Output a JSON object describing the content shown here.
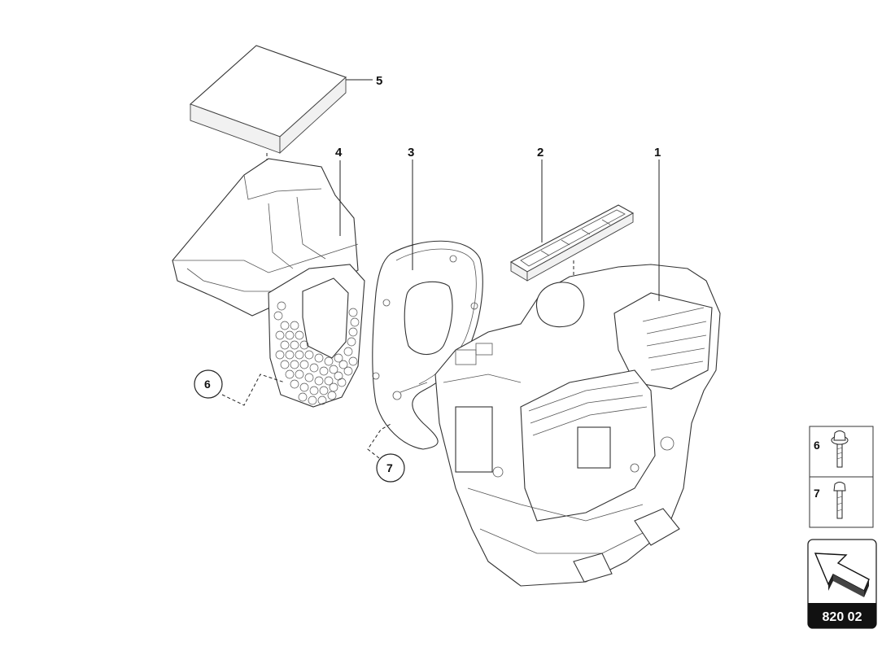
{
  "callouts": {
    "p1": "1",
    "p2": "2",
    "p3": "3",
    "p4": "4",
    "p5": "5",
    "c6": "6",
    "c7": "7"
  },
  "fastener_legend": [
    {
      "number": "6",
      "icon": "flanged-screw-icon"
    },
    {
      "number": "7",
      "icon": "screw-icon"
    }
  ],
  "reference": {
    "code": "820 02",
    "icon": "arrow-icon"
  }
}
